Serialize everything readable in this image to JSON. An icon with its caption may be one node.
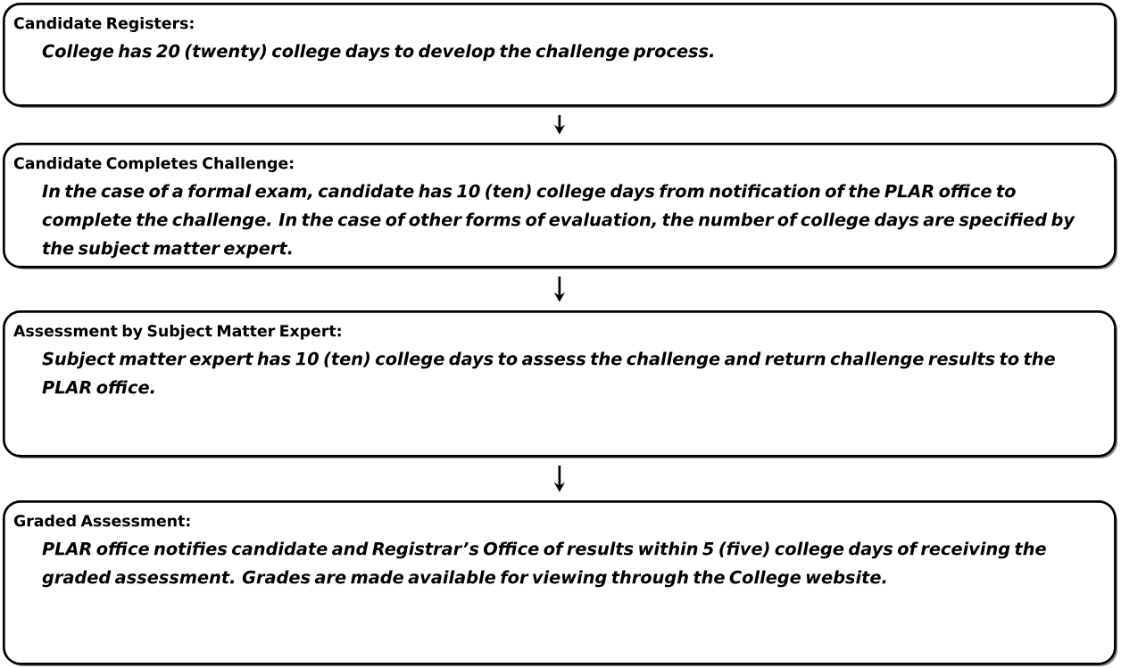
{
  "diagram": {
    "nodes": [
      {
        "text": [
          "Candidate Registers:",
          "College has 20 (twenty) college days to develop the challenge process."
        ]
      },
      {
        "text": [
          "Candidate Completes Challenge:",
          "In the case of a formal exam, candidate has 10 (ten) college days from notification of the PLAR office to complete the challenge. In the case of other forms of evaluation, the number of college days are specified by the subject matter expert."
        ]
      },
      {
        "text": [
          "Assessment by Subject Matter Expert:",
          "Subject matter expert has 10 (ten) college days to assess the challenge and return challenge results to the PLAR office."
        ]
      },
      {
        "text": [
          "Graded Assessment:",
          "PLAR office notifies candidate and Registrar’s Office of results within 5 (five) college days of receiving the graded assessment. Grades are made available for viewing through the College website."
        ]
      }
    ],
    "edges": [
      {
        "from": 0,
        "to": 1,
        "arrow": "to"
      },
      {
        "from": 1,
        "to": 2,
        "arrow": "to"
      },
      {
        "from": 2,
        "to": 3,
        "arrow": "to"
      }
    ]
  }
}
